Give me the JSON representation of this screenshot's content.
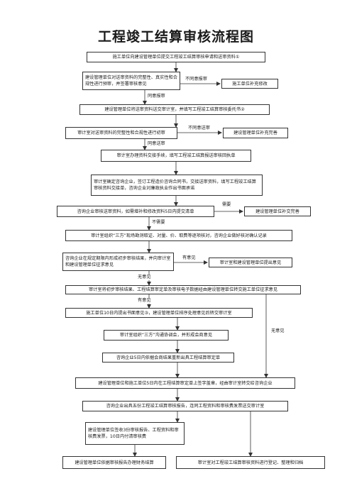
{
  "title": "工程竣工结算审核流程图",
  "steps": {
    "s1": "施工单位向建设管理单位提交工程竣工结算审核申请和送审资料①",
    "s2": "建设管理单位对送审资料的完整性、真实性和合规性进行预审，并签署审核意见",
    "s2b": "施工单位补充修改",
    "s3": "建设管理单位将送审资料送交审计室，并填写工程竣工结算审核委托书②",
    "s4": "审计室对送审资料的完整性和合规性进行初审",
    "s4b": "建设管理单位补充完善",
    "s5": "审计室办理资料交接手续，填写工程竣工结算报送审核回执单",
    "s6": "审计室确定咨询企业，签订工程造价咨询合同书，交接送审资料，填写工程竣工结算审核资料交接单，咨询企业对廉政执业作出书面承诺",
    "s7": "咨询企业审核送审资料，如需增补和修改资料5日内提交清单",
    "s7b": "建设管理单位补交完善",
    "s8": "审计室组织“三方”现场勘测取证、对量、价、取费等逐项核对，咨询企业做好核对确认记录",
    "s9": "咨询企业在规定期限内形成初步审核结果，并向审计室和建设管理单位征求意见",
    "s9b": "审计室和建设管理单位提出意见",
    "s10": "审计室将初步审核结果、工程结算审定单及审核电子数据经由建设管理单位转交施工单位征求意见",
    "s11": "施工单位10日内提出书面意见③，建设管理单位排序处理意见后转交审计室",
    "s12": "审计室组织“三方”沟通协调会，并形成会商意见",
    "s13": "咨询企业5日内依据会商结果重新出具工程结算审定单",
    "s14": "建设管理单位和施工单位5日内在工程结算审定单上签字盖章，经由审计室转交给咨询企业",
    "s15": "咨询企业出具五份工程竣工结算审核报告，连同工程资料和审核费发票送交审计室",
    "s16": "建设管理单位签收3份审核报告、工程资料和审核费发票，10日内付清审核费",
    "s17a": "建设管理单位依据审核报告办理财务结算",
    "s17b": "审计室对工程竣工结算审核资料进行登记、整理和归档"
  },
  "edge_labels": {
    "disagree": "不同意报审",
    "agree": "同意报审",
    "disagree_send": "不同意送审",
    "agree_send": "同意送审",
    "need": "需要",
    "no_need": "不需要",
    "has_opinion_1": "有意见",
    "no_opinion_1": "无意见",
    "has_opinion_2": "有意见",
    "no_opinion_2": "无意见"
  }
}
